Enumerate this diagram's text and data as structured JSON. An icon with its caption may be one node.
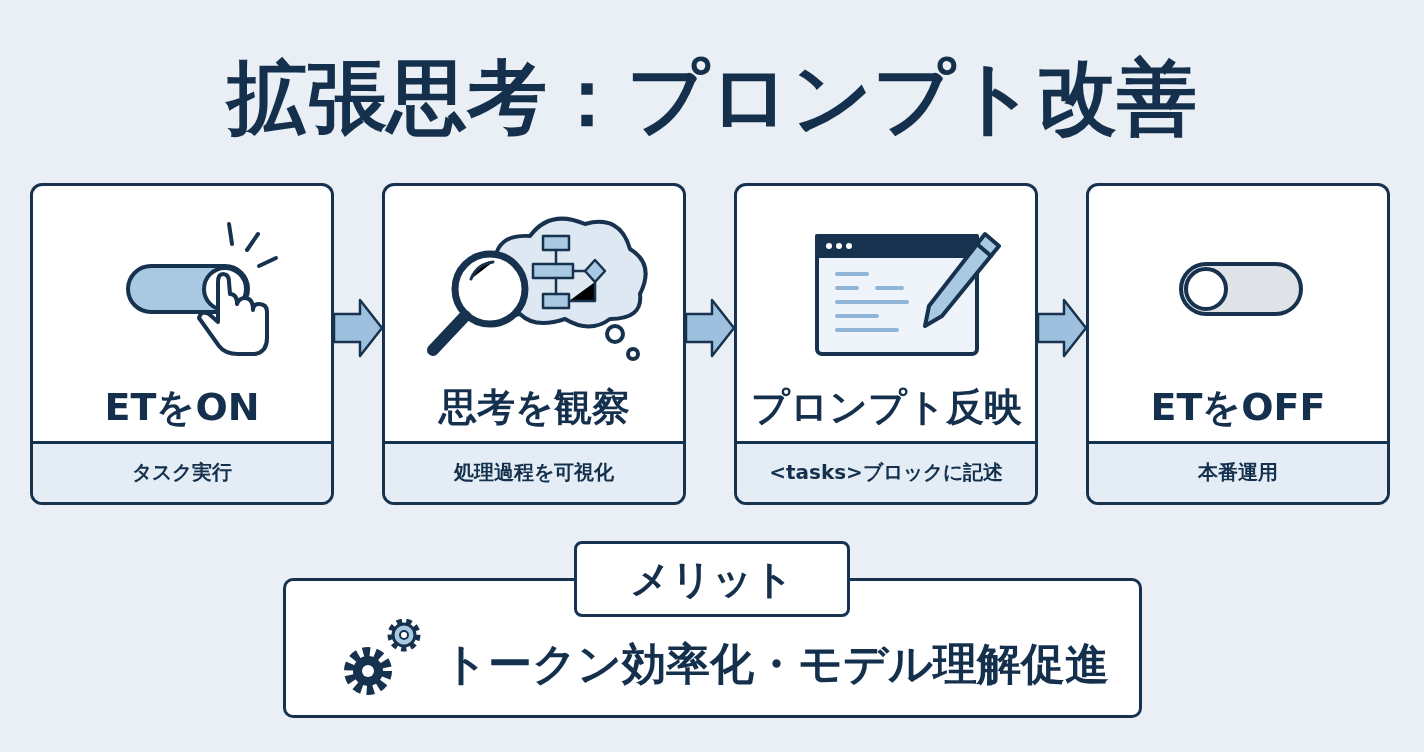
{
  "diagram": {
    "title": "拡張思考：プロンプト改善",
    "nodes": [
      {
        "text": [
          "ETをON",
          "タスク実行"
        ]
      },
      {
        "text": [
          "思考を観察",
          "処理過程を可視化"
        ]
      },
      {
        "text": [
          "プロンプト反映",
          "<tasks>ブロックに記述"
        ]
      },
      {
        "text": [
          "ETをOFF",
          "本番運用"
        ]
      },
      {
        "text": [
          "メリット",
          "トークン効率化・モデル理解促進"
        ]
      }
    ],
    "edges": [
      {
        "from": 0,
        "to": 1,
        "arrow": "to"
      },
      {
        "from": 1,
        "to": 2,
        "arrow": "to"
      },
      {
        "from": 2,
        "to": 3,
        "arrow": "to"
      }
    ]
  }
}
